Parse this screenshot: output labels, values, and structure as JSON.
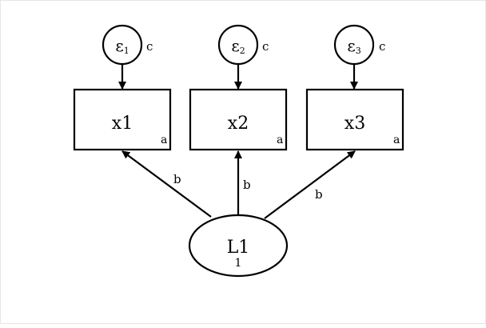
{
  "diagram": {
    "errors": [
      {
        "symbol": "ε",
        "index": "1",
        "constraint": "c"
      },
      {
        "symbol": "ε",
        "index": "2",
        "constraint": "c"
      },
      {
        "symbol": "ε",
        "index": "3",
        "constraint": "c"
      }
    ],
    "observed": [
      {
        "label": "x1",
        "intercept": "a"
      },
      {
        "label": "x2",
        "intercept": "a"
      },
      {
        "label": "x3",
        "intercept": "a"
      }
    ],
    "latent": {
      "label": "L1",
      "variance": "1"
    },
    "loadings": [
      "b",
      "b",
      "b"
    ]
  }
}
